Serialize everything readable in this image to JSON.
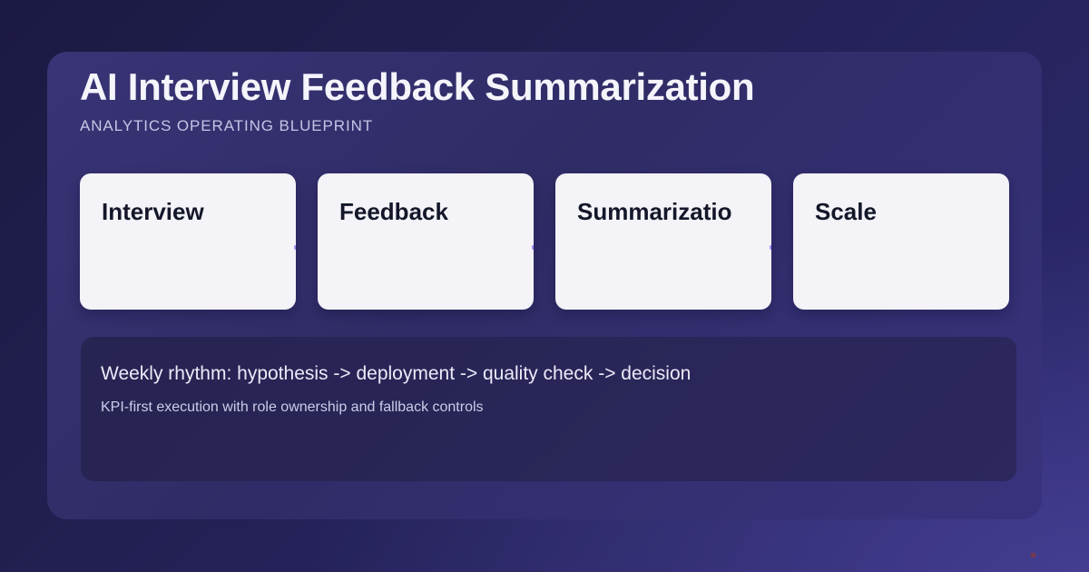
{
  "header": {
    "title": "AI Interview Feedback Summarization",
    "subtitle": "ANALYTICS OPERATING BLUEPRINT"
  },
  "stages": [
    {
      "label": "Interview"
    },
    {
      "label": "Feedback"
    },
    {
      "label": "Summarizatio"
    },
    {
      "label": "Scale"
    }
  ],
  "info": {
    "primary": "Weekly rhythm: hypothesis -> deployment -> quality check -> decision",
    "secondary": "KPI-first execution with role ownership and fallback controls"
  },
  "colors": {
    "background_dark": "#1b1a42",
    "background_light": "#2e2a72",
    "panel": "#3a3578",
    "card_surface": "#f3f3f8",
    "card_text": "#131729",
    "connector_accent": "#a489f5",
    "info_panel": "#262352",
    "title_text": "#f4f4fb",
    "subtitle_text": "#c3c5e6",
    "corner_mark": "#7a3b42"
  }
}
